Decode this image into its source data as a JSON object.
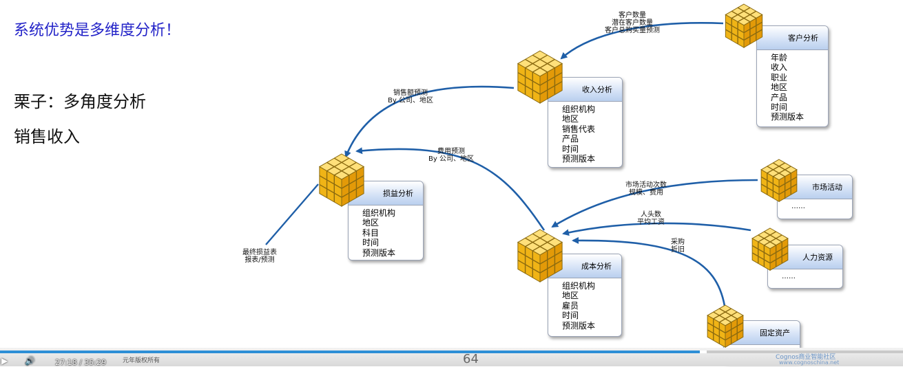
{
  "slide": {
    "subtitle": "系统优势是多维度分析！",
    "lines": [
      "栗子：多角度分析",
      "销售收入"
    ]
  },
  "cubes": {
    "customer": {
      "title": "客户分析",
      "items": [
        "年龄",
        "收入",
        "职业",
        "地区",
        "产品",
        "时间",
        "预测版本"
      ]
    },
    "revenue": {
      "title": "收入分析",
      "items": [
        "组织机构",
        "地区",
        "销售代表",
        "产品",
        "时间",
        "预测版本"
      ]
    },
    "pnl": {
      "title": "损益分析",
      "items": [
        "组织机构",
        "地区",
        "科目",
        "时间",
        "预测版本"
      ]
    },
    "cost": {
      "title": "成本分析",
      "items": [
        "组织机构",
        "地区",
        "雇员",
        "时间",
        "预测版本"
      ]
    },
    "marketing": {
      "title": "市场活动",
      "items": [
        "……"
      ]
    },
    "hr": {
      "title": "人力资源",
      "items": [
        "……"
      ]
    },
    "fixed_assets": {
      "title": "固定资产",
      "items": [
        "……"
      ]
    }
  },
  "arrow_labels": {
    "customer_to_revenue": [
      "客户数量",
      "潜在客户数量",
      "客户总购买量预测"
    ],
    "revenue_to_pnl": [
      "销售额预测",
      "By 公司、地区"
    ],
    "cost_to_pnl": [
      "费用预测",
      "By 公司、地区"
    ],
    "pnl_out": [
      "最终损益表",
      "报表/预测"
    ],
    "marketing_to_cost": [
      "市场活动次数",
      "规模、费用"
    ],
    "hr_to_cost": [
      "人头数",
      "平均工资"
    ],
    "assets_to_cost": [
      "采购",
      "折旧"
    ]
  },
  "player": {
    "time": "27:18 / 35:29",
    "copyright": "元年版权所有",
    "page_number": "64",
    "watermark_line1": "Cognos商业智能社区",
    "watermark_line2": "www.cognoschina.net",
    "progress": 0.775,
    "accent": "#2e8fd6"
  },
  "colors": {
    "subtitle": "#2323c8",
    "arrow": "#1f5fa8",
    "cube": "#f5c21b"
  },
  "icons": {
    "play": "play-icon",
    "volume": "volume-icon"
  }
}
